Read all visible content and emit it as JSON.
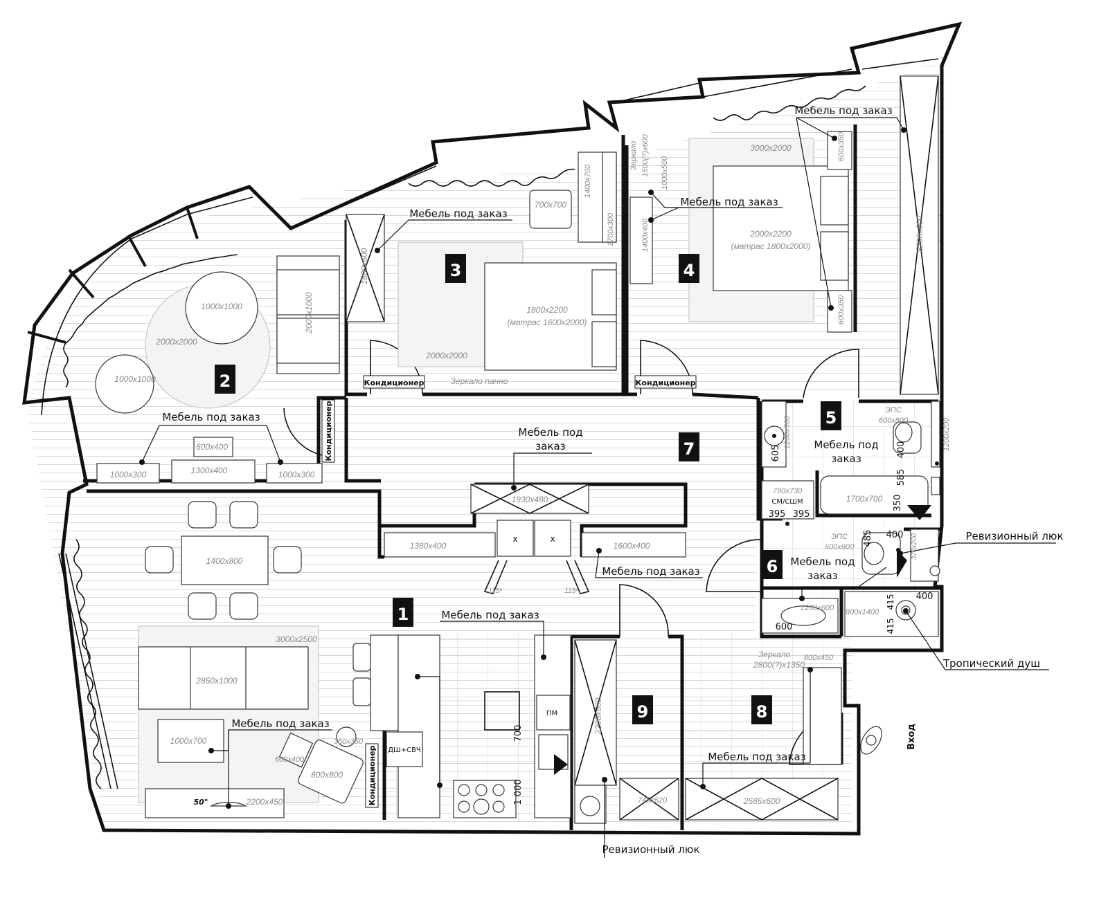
{
  "rooms": [
    {
      "num": "1"
    },
    {
      "num": "2"
    },
    {
      "num": "3"
    },
    {
      "num": "4"
    },
    {
      "num": "5"
    },
    {
      "num": "6"
    },
    {
      "num": "7"
    },
    {
      "num": "8"
    },
    {
      "num": "9"
    }
  ],
  "labels": {
    "custom_furniture": "Мебель под заказ",
    "custom_furniture_line1": "Мебель под",
    "custom_furniture_line2": "заказ",
    "air_conditioner": "Кондиционер",
    "mirror_panel": "Зеркало панно",
    "revision_hatch": "Ревизионный люк",
    "rain_shower": "Тропический душ",
    "entrance": "Вход",
    "eps": "ЭПС",
    "washer_dryer": "СМ/СШМ",
    "dishwasher": "ПМ",
    "oven_micro": "ДШ+СВЧ",
    "tv_size": "50\"",
    "mirror": "Зеркало",
    "mirror_size_hall": "2800(?)x1350",
    "mirror_size_bed": "1500(?)x600",
    "mattress_4": "(матрас 1800x2000)",
    "mattress_3": "(матрас 1600x2000)",
    "angle": "115º"
  },
  "dimensions": {
    "r2_round_small": "1000x1000",
    "r2_round_big": "2000x2000",
    "r2_chair": "1000x1000",
    "r2_sofa": "2000x1000",
    "r2_desk": "1300x400",
    "r2_monitor": "600x400",
    "r2_cab_l": "1000x300",
    "r2_cab_r": "1000x300",
    "r3_wardrobe": "1800x600",
    "r3_chair": "700x700",
    "r3_desk1": "1400x700",
    "r3_desk2": "1700x300",
    "r3_rug": "2000x2000",
    "r3_bed": "1800x2200",
    "r4_rug": "3000x2000",
    "r4_bed": "2000x2200",
    "r4_night_t": "600x350",
    "r4_night_b": "600x350",
    "r4_mirror_s": "1000x500",
    "r4_cab": "1400x400",
    "r4_wardrobe": "5290x600",
    "r5_sink": "1200x500",
    "r5_605": "605",
    "r5_wc": "600x800",
    "r5_400": "400",
    "r5_585": "585",
    "r5_350": "350",
    "r5_bath": "1700x700",
    "r5_side": "1200x200",
    "r6_wm": "790x730",
    "r6_395a": "395",
    "r6_395b": "395",
    "r6_wc": "600x800",
    "r6_485": "485",
    "r6_400": "400",
    "r6_small": "370x200",
    "r6_sink": "1200x600",
    "r6_600": "600",
    "r6_shower": "800x1400",
    "r6_415a": "415",
    "r6_415b": "415",
    "r6_400b": "400",
    "r7_shelf": "1930x480",
    "k_left": "1380x400",
    "k_right": "1600x400",
    "k_700": "700",
    "k_1000": "1 000",
    "l_table": "1400x800",
    "l_rug": "3000x2500",
    "l_sofa": "2850x1000",
    "l_coffee": "1000x700",
    "l_chair": "800x800",
    "l_stool": "600x400",
    "l_side": "350x350",
    "l_tv": "2200x450",
    "r9_wardrobe": "2200x600",
    "r9_box": "745x620",
    "r8_cab": "800x450",
    "r8_wardrobe": "2585x600"
  }
}
